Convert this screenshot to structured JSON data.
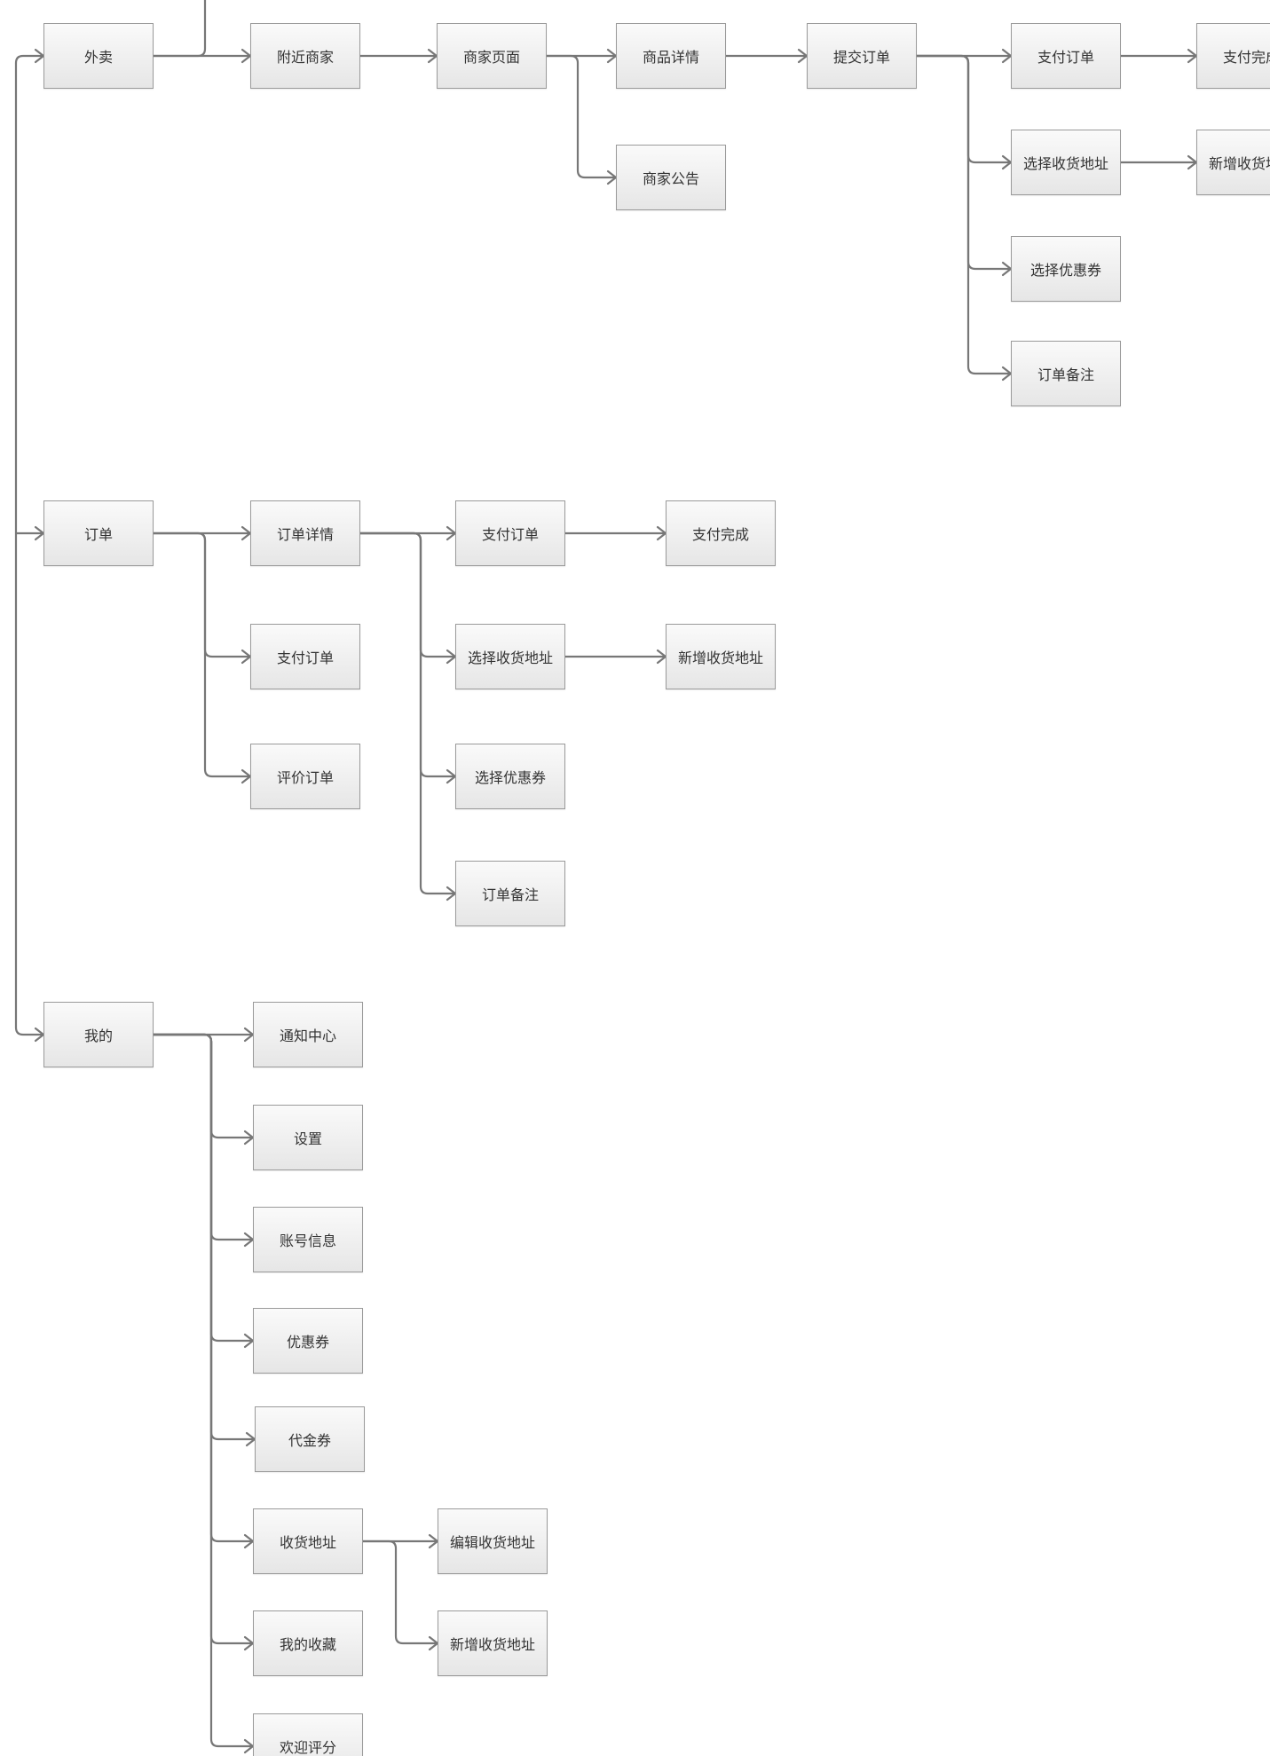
{
  "theme": {
    "line_color": "#777777",
    "node_border": "#9a9a9a",
    "node_text": "#333333"
  },
  "nodes": [
    {
      "id": "n_waimai",
      "label": "外卖"
    },
    {
      "id": "n_fujin",
      "label": "附近商家"
    },
    {
      "id": "n_shangjia",
      "label": "商家页面"
    },
    {
      "id": "n_spxq",
      "label": "商品详情"
    },
    {
      "id": "n_gonggao",
      "label": "商家公告"
    },
    {
      "id": "n_tijiao",
      "label": "提交订单"
    },
    {
      "id": "n_zf1",
      "label": "支付订单"
    },
    {
      "id": "n_wc1",
      "label": "支付完成"
    },
    {
      "id": "n_xzdz1",
      "label": "选择收货地址"
    },
    {
      "id": "n_xzdzadd1",
      "label": "新增收货地址"
    },
    {
      "id": "n_yhq1",
      "label": "选择优惠券"
    },
    {
      "id": "n_bz1",
      "label": "订单备注"
    },
    {
      "id": "n_dingdan",
      "label": "订单"
    },
    {
      "id": "n_ddxq",
      "label": "订单详情"
    },
    {
      "id": "n_zf2",
      "label": "支付订单"
    },
    {
      "id": "n_pj",
      "label": "评价订单"
    },
    {
      "id": "n_zf3",
      "label": "支付订单"
    },
    {
      "id": "n_wc2",
      "label": "支付完成"
    },
    {
      "id": "n_xzdz2",
      "label": "选择收货地址"
    },
    {
      "id": "n_xzdzadd2",
      "label": "新增收货地址"
    },
    {
      "id": "n_yhq2",
      "label": "选择优惠券"
    },
    {
      "id": "n_bz2",
      "label": "订单备注"
    },
    {
      "id": "n_wode",
      "label": "我的"
    },
    {
      "id": "n_tz",
      "label": "通知中心"
    },
    {
      "id": "n_sz",
      "label": "设置"
    },
    {
      "id": "n_zh",
      "label": "账号信息"
    },
    {
      "id": "n_yhq3",
      "label": "优惠券"
    },
    {
      "id": "n_djq",
      "label": "代金券"
    },
    {
      "id": "n_shdz",
      "label": "收货地址"
    },
    {
      "id": "n_bjdz",
      "label": "编辑收货地址"
    },
    {
      "id": "n_xzdzadd3",
      "label": "新增收货地址"
    },
    {
      "id": "n_sc",
      "label": "我的收藏"
    },
    {
      "id": "n_pf",
      "label": "欢迎评分"
    }
  ]
}
